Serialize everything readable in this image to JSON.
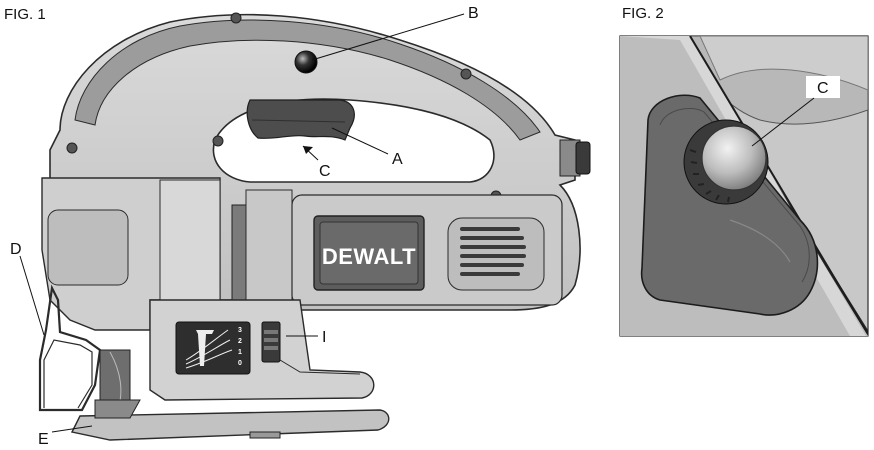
{
  "figures": {
    "fig1": {
      "title": "FIG. 1",
      "brand": "DEWALT",
      "callouts": {
        "a": "A",
        "b": "B",
        "c": "C",
        "d": "D",
        "e": "E",
        "i": "I"
      },
      "orbital_dial": [
        "3",
        "2",
        "1",
        "0"
      ]
    },
    "fig2": {
      "title": "FIG. 2",
      "callouts": {
        "c": "C"
      }
    }
  },
  "colors": {
    "body_light": "#d4d4d4",
    "body_mid": "#a9a9a9",
    "body_dark": "#6e6e6e",
    "outline": "#2b2b2b",
    "brand_plate": "#5d5d5d"
  }
}
